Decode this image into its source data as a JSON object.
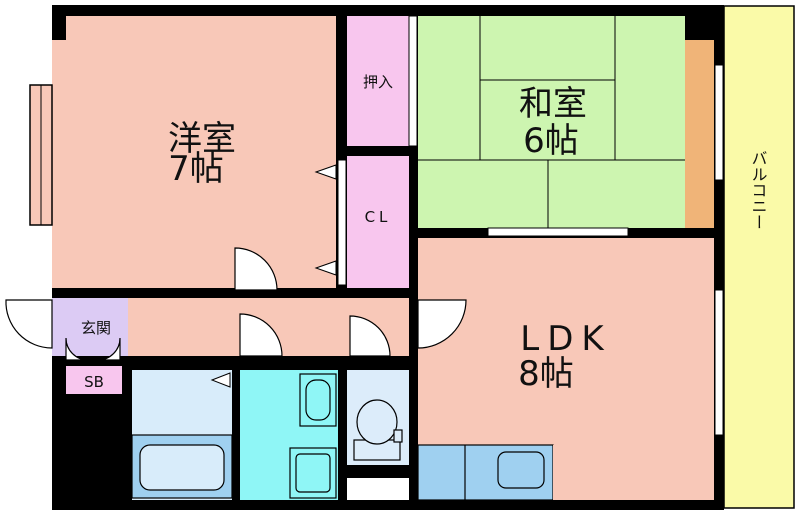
{
  "rooms": {
    "western": {
      "name": "洋室",
      "size": "7帖"
    },
    "japanese": {
      "name": "和室",
      "size": "6帖"
    },
    "ldk": {
      "name": "LDK",
      "size": "8帖"
    },
    "oshiire": "押入",
    "closet": "CL",
    "genkan": "玄関",
    "shoebox": "SB",
    "balcony": "バルコニー"
  },
  "colors": {
    "western": "#f8c8b8",
    "japanese": "#cdf5b0",
    "ldk": "#f8c8b8",
    "storage": "#f8c6ee",
    "genkan": "#dccbf4",
    "bath": "#d8ecfa",
    "washroom": "#8ff6f6",
    "toilet": "#dcecfa",
    "balcony": "#fafaa8",
    "wall": "#000000",
    "tokonoma": "#f0b478",
    "fixture": "#9fd0f0"
  }
}
